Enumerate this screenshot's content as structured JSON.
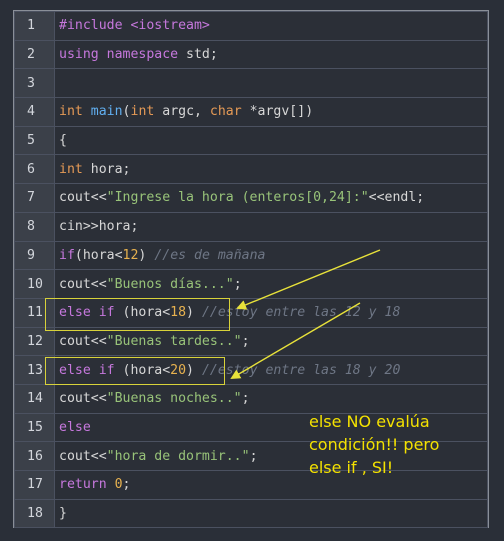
{
  "lines": [
    {
      "n": "1",
      "tokens": [
        {
          "t": "#include <iostream>",
          "c": "pp"
        }
      ]
    },
    {
      "n": "2",
      "tokens": [
        {
          "t": "using namespace",
          "c": "kw"
        },
        {
          "t": " std;",
          "c": ""
        }
      ]
    },
    {
      "n": "3",
      "tokens": []
    },
    {
      "n": "4",
      "tokens": [
        {
          "t": "int",
          "c": "ty"
        },
        {
          "t": " ",
          "c": ""
        },
        {
          "t": "main",
          "c": "fn"
        },
        {
          "t": "(",
          "c": ""
        },
        {
          "t": "int",
          "c": "ty"
        },
        {
          "t": " argc, ",
          "c": ""
        },
        {
          "t": "char",
          "c": "ty"
        },
        {
          "t": " *argv[])",
          "c": ""
        }
      ]
    },
    {
      "n": "5",
      "tokens": [
        {
          "t": "{",
          "c": ""
        }
      ]
    },
    {
      "n": "6",
      "tokens": [
        {
          "t": "int",
          "c": "ty"
        },
        {
          "t": " hora;",
          "c": ""
        }
      ]
    },
    {
      "n": "7",
      "tokens": [
        {
          "t": "cout<<",
          "c": ""
        },
        {
          "t": "\"Ingrese la hora (enteros[0,24]:\"",
          "c": "str"
        },
        {
          "t": "<<endl;",
          "c": ""
        }
      ]
    },
    {
      "n": "8",
      "tokens": [
        {
          "t": "cin>>hora;",
          "c": ""
        }
      ]
    },
    {
      "n": "9",
      "tokens": [
        {
          "t": "if",
          "c": "kw"
        },
        {
          "t": "(hora<",
          "c": ""
        },
        {
          "t": "12",
          "c": "num-l"
        },
        {
          "t": ") ",
          "c": ""
        },
        {
          "t": "//es de mañana",
          "c": "cm"
        }
      ]
    },
    {
      "n": "10",
      "tokens": [
        {
          "t": "cout<<",
          "c": ""
        },
        {
          "t": "\"Buenos días...\"",
          "c": "str"
        },
        {
          "t": ";",
          "c": ""
        }
      ]
    },
    {
      "n": "11",
      "tokens": [
        {
          "t": "else if",
          "c": "kw"
        },
        {
          "t": " (hora<",
          "c": ""
        },
        {
          "t": "18",
          "c": "num-l"
        },
        {
          "t": ")  ",
          "c": ""
        },
        {
          "t": "//estoy entre las 12 y 18",
          "c": "cm"
        }
      ]
    },
    {
      "n": "12",
      "tokens": [
        {
          "t": "cout<<",
          "c": ""
        },
        {
          "t": "\"Buenas tardes..\"",
          "c": "str"
        },
        {
          "t": ";",
          "c": ""
        }
      ]
    },
    {
      "n": "13",
      "tokens": [
        {
          "t": "else if",
          "c": "kw"
        },
        {
          "t": " (hora<",
          "c": ""
        },
        {
          "t": "20",
          "c": "num-l"
        },
        {
          "t": ")  ",
          "c": ""
        },
        {
          "t": "//estoy entre las 18 y 20",
          "c": "cm"
        }
      ]
    },
    {
      "n": "14",
      "tokens": [
        {
          "t": "cout<<",
          "c": ""
        },
        {
          "t": "\"Buenas noches..\"",
          "c": "str"
        },
        {
          "t": ";",
          "c": ""
        }
      ]
    },
    {
      "n": "15",
      "tokens": [
        {
          "t": "else",
          "c": "kw"
        }
      ]
    },
    {
      "n": "16",
      "tokens": [
        {
          "t": "cout<<",
          "c": ""
        },
        {
          "t": "\"hora de dormir..\"",
          "c": "str"
        },
        {
          "t": ";",
          "c": ""
        }
      ]
    },
    {
      "n": "17",
      "tokens": [
        {
          "t": "return",
          "c": "kw"
        },
        {
          "t": " ",
          "c": ""
        },
        {
          "t": "0",
          "c": "num-l"
        },
        {
          "t": ";",
          "c": ""
        }
      ]
    },
    {
      "n": "18",
      "tokens": [
        {
          "t": "}",
          "c": ""
        }
      ]
    }
  ],
  "annotation": {
    "text": "else NO evalúa\ncondición!! pero\nelse if , SI!",
    "color": "#f4e200"
  },
  "colors": {
    "background": "#282c34",
    "highlight_box": "#d8d23a",
    "arrow": "#e8e23a"
  }
}
